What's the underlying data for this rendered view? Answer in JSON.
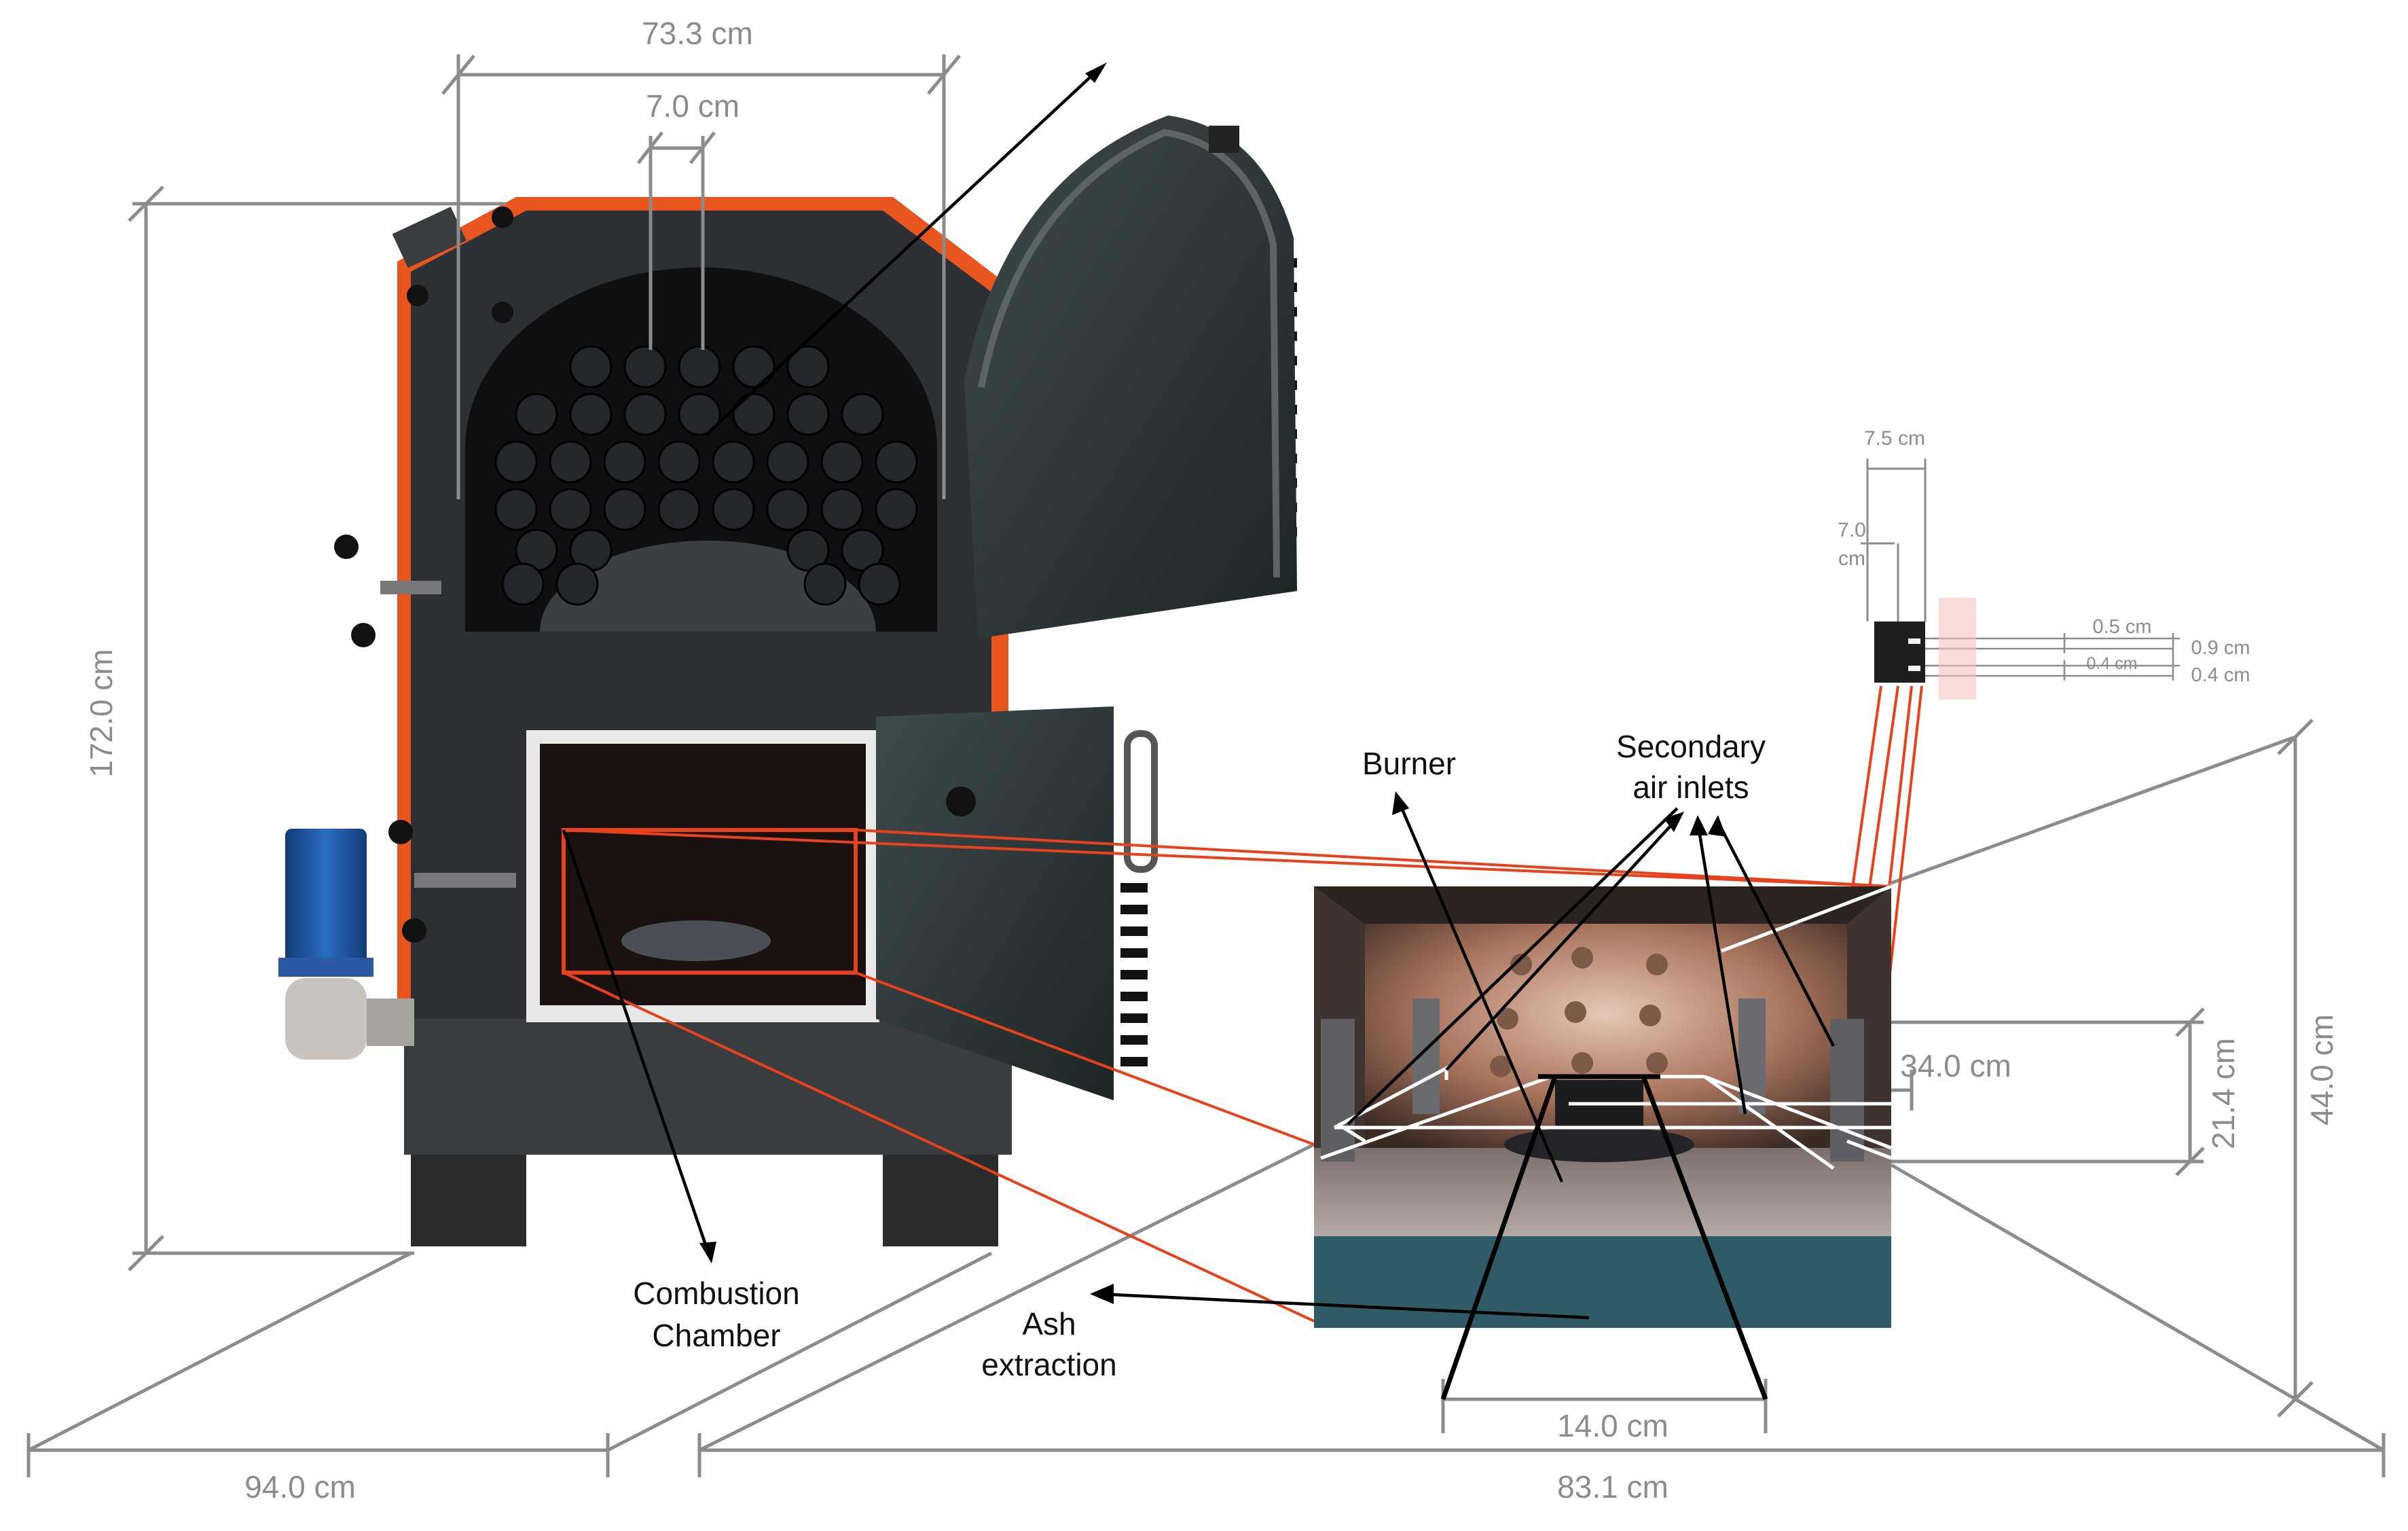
{
  "dimensions": {
    "top_width": "73.3 cm",
    "tube_pitch": "7.0 cm",
    "height": "172.0 cm",
    "depth": "94.0 cm",
    "chamber_depth": "83.1 cm",
    "burner_width": "14.0 cm",
    "chamber_width": "34.0 cm",
    "chamber_inner_height": "21.4 cm",
    "chamber_height": "44.0 cm",
    "inlet_outer": "7.5 cm",
    "inlet_inner_a": "7.0",
    "inlet_inner_b": "cm",
    "slot_a": "0.5 cm",
    "slot_b": "0.9 cm",
    "slot_c": "0.4 cm",
    "slot_d": "0.4 cm"
  },
  "labels": {
    "burner": "Burner",
    "secondary_1": "Secondary",
    "secondary_2": "air inlets",
    "combustion_1": "Combustion",
    "combustion_2": "Chamber",
    "ash_1": "Ash",
    "ash_2": "extraction"
  },
  "colors": {
    "boiler_body": "#2b2e31",
    "orange_trim": "#e8551e",
    "dimension_gray": "#8c8c8c",
    "callout_red": "#e8421c",
    "motor_blue": "#1f5aa8",
    "chamber_wall": "#b98a74",
    "ash_tray": "#2f5b66"
  }
}
